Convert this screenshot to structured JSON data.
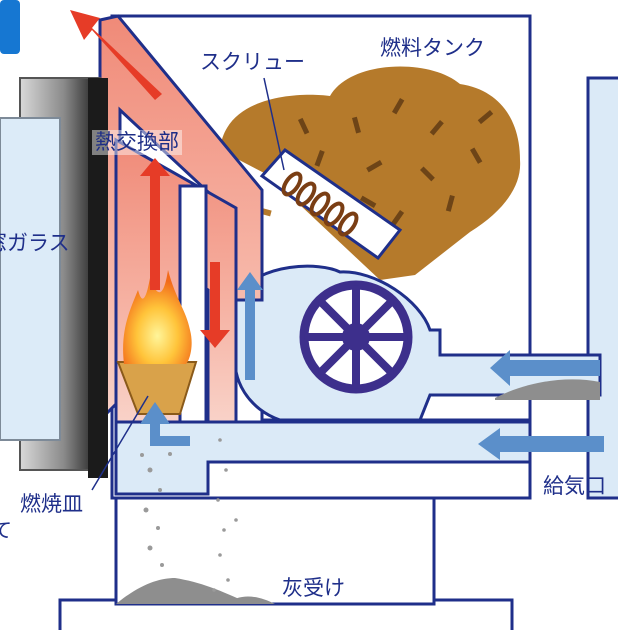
{
  "labels": {
    "fuel_tank": "燃料タンク",
    "screw": "スクリュー",
    "heat_exchanger": "熱交換部",
    "window_glass": "窓ガラス",
    "combustion_dish": "燃焼皿",
    "air_inlet": "給気口",
    "ash_receiver": "灰受け",
    "edge_fragment": "て"
  },
  "colors": {
    "outline": "#1f2f8a",
    "flue_pink": "#f3a08c",
    "air_blue": "#dbeaf7",
    "arrow_blue": "#5b8fca",
    "arrow_red": "#e63c27",
    "pellet": "#b57a2b",
    "fan": "#3d2f8c",
    "glass": "#dcebf8",
    "door_dark": "#333333",
    "ash": "#8e8e8e"
  }
}
